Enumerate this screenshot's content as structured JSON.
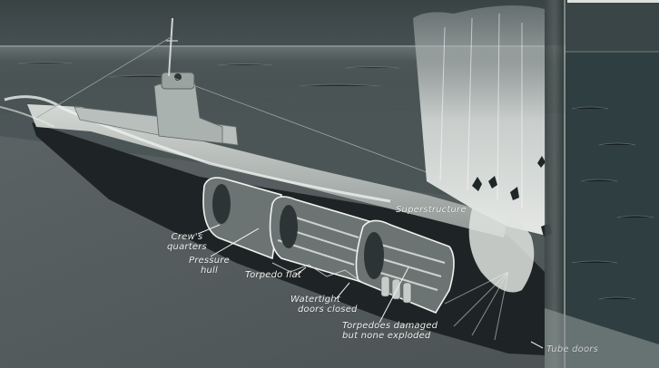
{
  "illustration": {
    "subject": "Cutaway submarine damaged by underwater explosion at bow",
    "colors": {
      "sky": "#3d4647",
      "sea_surface": "#4e5859",
      "underwater": "#565e60",
      "hull_dark": "#1f2526",
      "hull_light": "#c9cecb",
      "spray": "#e6e9e6",
      "right_page": "#2e3d3f",
      "label_text": "#f2f2ee"
    }
  },
  "labels": {
    "crews_quarters": {
      "line1": "Crew's",
      "line2": "quarters"
    },
    "pressure_hull": {
      "line1": "Pressure",
      "line2": "hull"
    },
    "torpedo_flat": {
      "line1": "Torpedo flat"
    },
    "watertight_doors": {
      "line1": "Watertight",
      "line2": "doors closed"
    },
    "torpedoes_damaged": {
      "line1": "Torpedoes damaged",
      "line2": "but none exploded"
    },
    "superstructure": {
      "line1": "Superstructure"
    },
    "tube_doors": {
      "line1": "Tube doors"
    }
  }
}
